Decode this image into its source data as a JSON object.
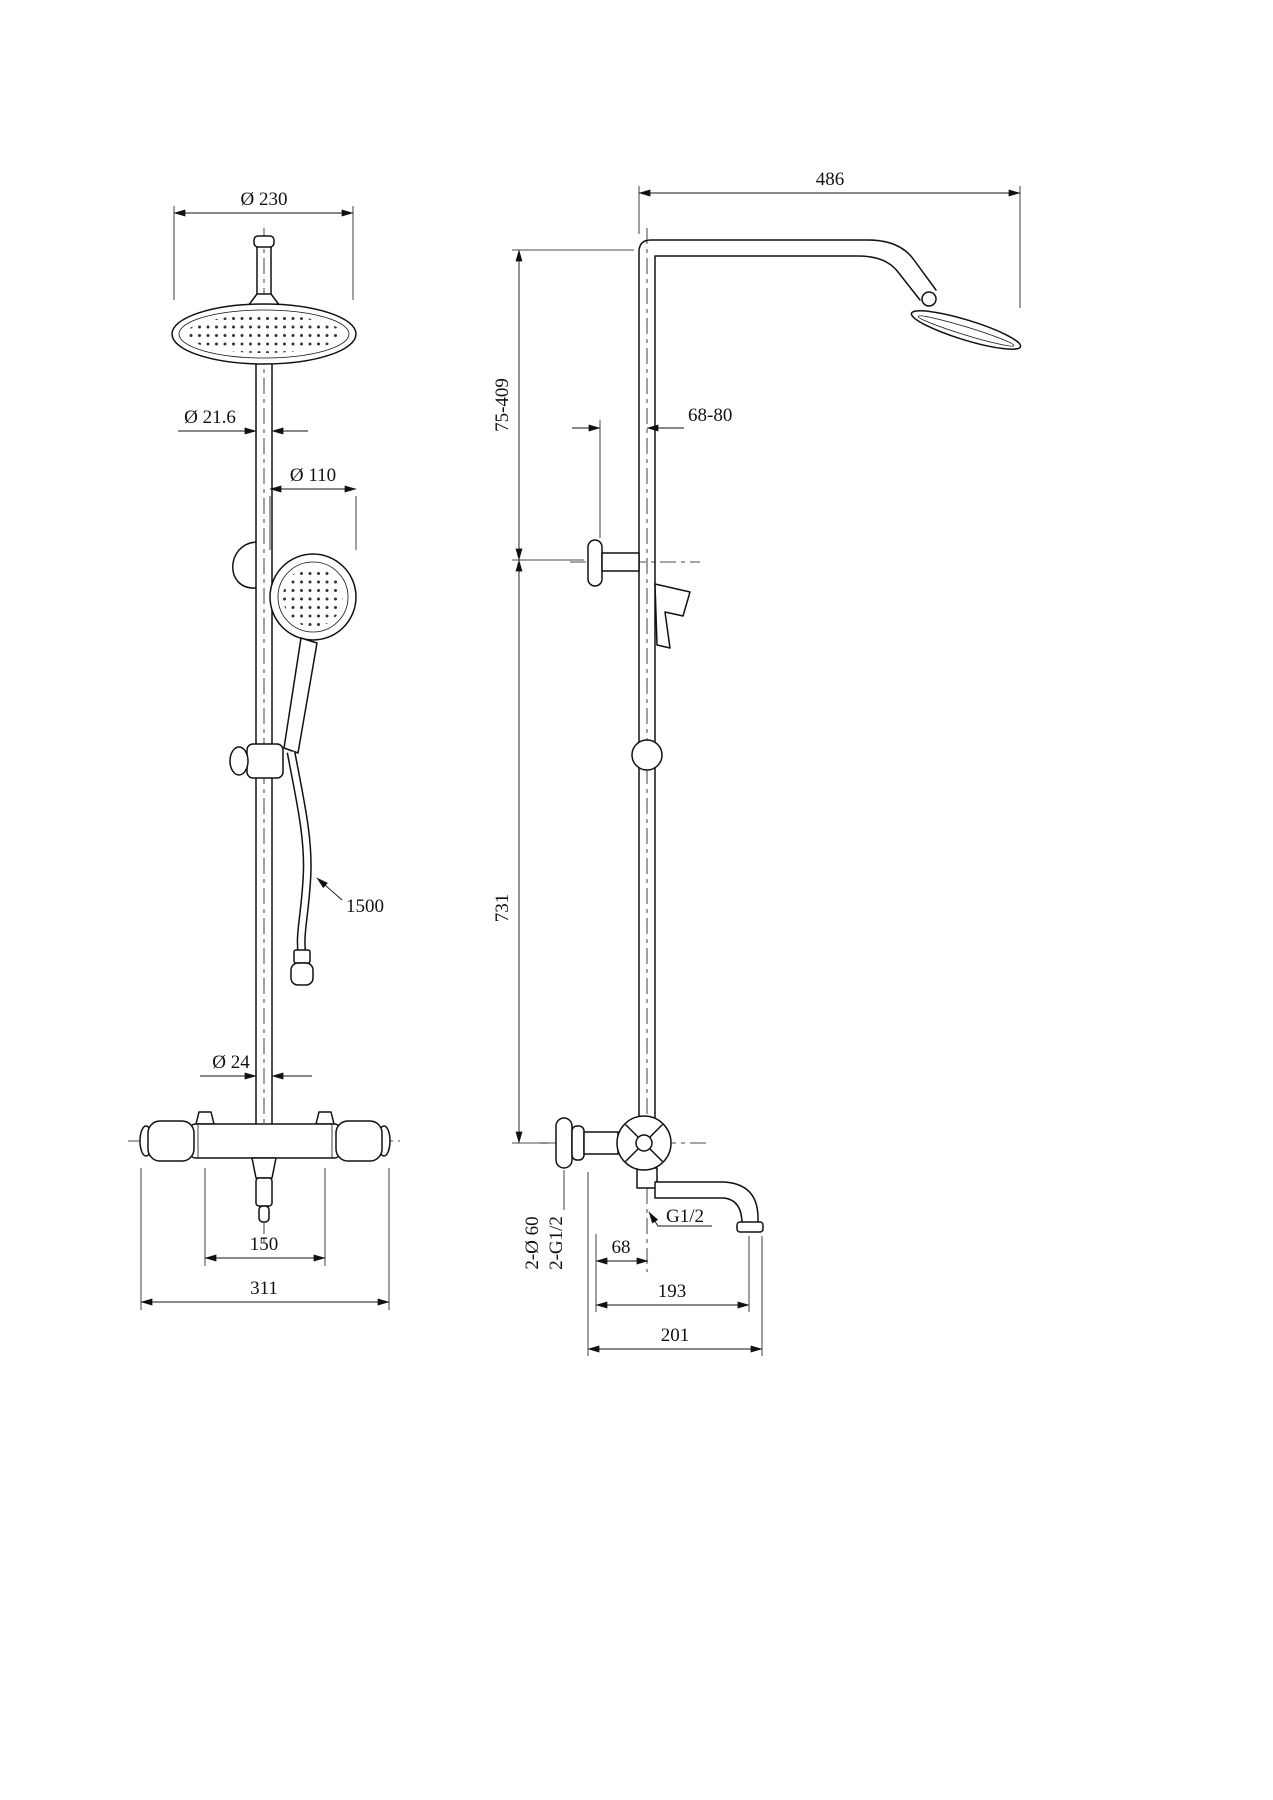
{
  "drawing": {
    "front_view": {
      "dim_head_diameter": "Ø 230",
      "dim_rail_diameter": "Ø 21.6",
      "dim_handshower_diameter": "Ø 110",
      "dim_hose_length": "1500",
      "dim_pipe_diameter": "Ø 24",
      "dim_inlet_spacing": "150",
      "dim_body_width": "311"
    },
    "side_view": {
      "dim_arm_reach": "486",
      "dim_upper_height": "75-409",
      "dim_bracket_range": "68-80",
      "dim_riser_height": "731",
      "dim_flange_spec": "2-Ø 60",
      "dim_inlet_thread": "2-G1/2",
      "dim_outlet_thread": "G1/2",
      "dim_outlet_offset": "68",
      "dim_spout_reach": "193",
      "dim_total_reach": "201"
    }
  }
}
